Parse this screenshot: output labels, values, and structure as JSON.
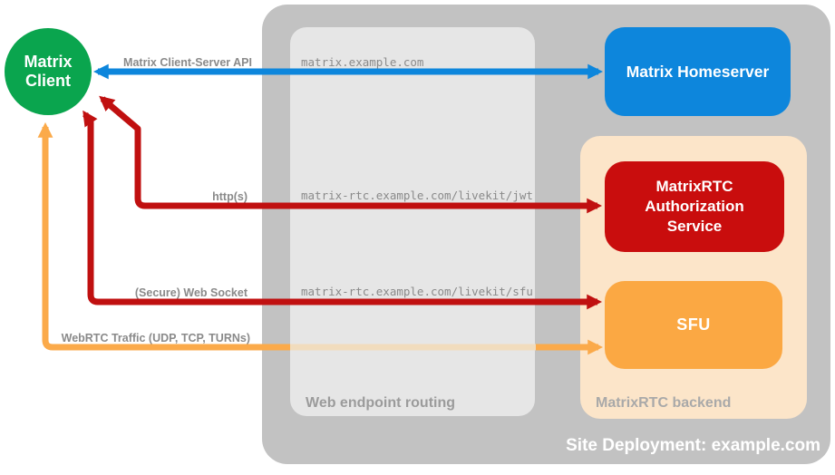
{
  "colors": {
    "green": "#0aa54e",
    "blue": "#0d86dc",
    "red": "#c90d0d",
    "red-arrow": "#c01010",
    "orange": "#fba843",
    "orange-arrow": "#fbaa4a",
    "orange-pale": "#f1dcbd",
    "peach": "#fce5c9",
    "outer-gray": "#c2c2c2",
    "inner-gray": "#e6e6e6",
    "text-gray": "#8a8a8a",
    "caption-gray": "#9b9b9b",
    "backend-caption-gray": "#a9a9a9",
    "white": "#ffffff"
  },
  "nodes": {
    "client": {
      "label": "Matrix Client"
    },
    "homeserver": {
      "label": "Matrix Homeserver"
    },
    "auth_service": {
      "label": "MatrixRTC Authorization Service"
    },
    "sfu": {
      "label": "SFU"
    }
  },
  "containers": {
    "site": {
      "label": "Site Deployment: example.com"
    },
    "routing": {
      "label": "Web endpoint routing"
    },
    "backend": {
      "label": "MatrixRTC backend"
    }
  },
  "flows": [
    {
      "label": "Matrix Client-Server API",
      "endpoint": "matrix.example.com",
      "color": "#0d86dc",
      "bidirectional": true
    },
    {
      "label": "http(s)",
      "endpoint": "matrix-rtc.example.com/livekit/jwt",
      "color": "#c01010",
      "bidirectional": false
    },
    {
      "label": "(Secure) Web Socket",
      "endpoint": "matrix-rtc.example.com/livekit/sfu",
      "color": "#c01010",
      "bidirectional": false
    },
    {
      "label": "WebRTC Traffic (UDP, TCP, TURNs)",
      "color": "#fbaa4a",
      "bidirectional": false
    }
  ]
}
